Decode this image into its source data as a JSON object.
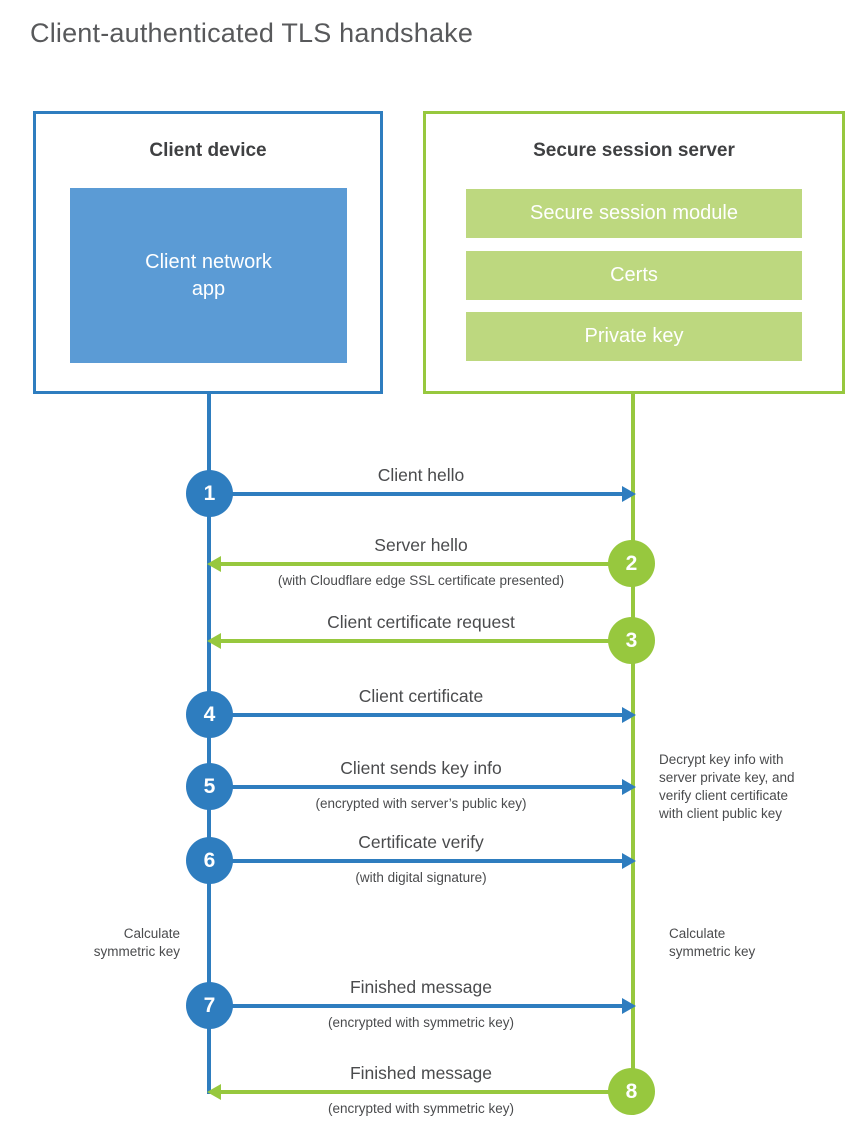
{
  "title": "Client-authenticated TLS handshake",
  "colors": {
    "blue_line": "#2e7dbf",
    "blue_fill": "#5b9bd5",
    "green_line": "#97c83e",
    "green_fill": "#bdd87f",
    "heading_text": "#3f4042",
    "label_text": "#4a4b4d",
    "title_text": "#58595b"
  },
  "client": {
    "title": "Client device",
    "app_label": "Client network\napp"
  },
  "server": {
    "title": "Secure session server",
    "modules": [
      "Secure session module",
      "Certs",
      "Private key"
    ]
  },
  "steps": [
    {
      "num": "1",
      "label": "Client hello",
      "sub": "",
      "direction": "client-to-server",
      "color": "blue"
    },
    {
      "num": "2",
      "label": "Server hello",
      "sub": "(with Cloudflare edge SSL certificate presented)",
      "direction": "server-to-client",
      "color": "green"
    },
    {
      "num": "3",
      "label": "Client certificate request",
      "sub": "",
      "direction": "server-to-client",
      "color": "green"
    },
    {
      "num": "4",
      "label": "Client certificate",
      "sub": "",
      "direction": "client-to-server",
      "color": "blue"
    },
    {
      "num": "5",
      "label": "Client sends key info",
      "sub": "(encrypted with server’s public key)",
      "direction": "client-to-server",
      "color": "blue"
    },
    {
      "num": "6",
      "label": "Certificate verify",
      "sub": "(with digital signature)",
      "direction": "client-to-server",
      "color": "blue"
    },
    {
      "num": "7",
      "label": "Finished message",
      "sub": "(encrypted with symmetric key)",
      "direction": "client-to-server",
      "color": "blue"
    },
    {
      "num": "8",
      "label": "Finished message",
      "sub": "(encrypted with symmetric key)",
      "direction": "server-to-client",
      "color": "green"
    }
  ],
  "notes": {
    "decrypt": "Decrypt key info with\nserver private key, and\nverify client certificate\nwith client public key",
    "calc_left": "Calculate\nsymmetric key",
    "calc_right": "Calculate\nsymmetric key"
  }
}
